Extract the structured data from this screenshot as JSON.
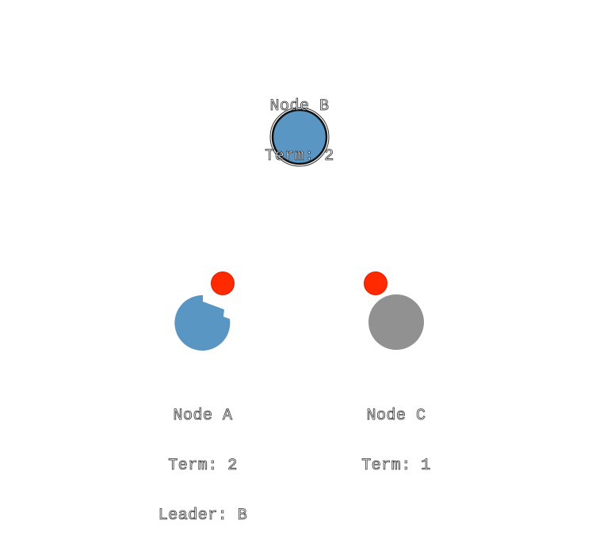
{
  "nodes": [
    {
      "id": "B",
      "name": "Node B",
      "term": "Term: 2",
      "leader": "",
      "state": "leader",
      "fill": "#5a96c4",
      "incoming_message": false
    },
    {
      "id": "A",
      "name": "Node A",
      "term": "Term: 2",
      "leader": "Leader: B",
      "state": "follower",
      "fill": "#5a96c4",
      "incoming_message": true
    },
    {
      "id": "C",
      "name": "Node C",
      "term": "Term: 1",
      "leader": "",
      "state": "follower",
      "fill": "#919191",
      "incoming_message": true
    }
  ],
  "colors": {
    "message": "#ff2a00",
    "message_outline": "#e01d00",
    "leader_ring": "#111111",
    "label_stroke": "#333333"
  }
}
